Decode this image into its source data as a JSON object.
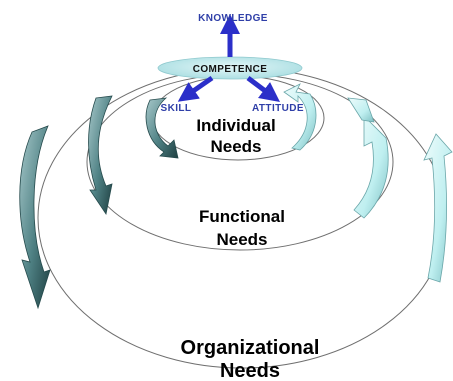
{
  "diagram": {
    "knowledge_label": "KNOWLEDGE",
    "competence_label": "COMPETENCE",
    "skill_label": "SKILL",
    "attitude_label": "ATTITUDE",
    "individual_line1": "Individual",
    "individual_line2": "Needs",
    "functional_line1": "Functional",
    "functional_line2": "Needs",
    "organizational_line1": "Organizational",
    "organizational_line2": "Needs"
  },
  "colors": {
    "label_blue": "#2f3fa8",
    "arrow_blue": "#2b2fc9",
    "competence_fill": "#bfe7ea",
    "dark_arrow": "#2f5e60",
    "light_arrow": "#bfeff0",
    "ring_stroke": "#6f6f6f",
    "need_text": "#000000"
  }
}
